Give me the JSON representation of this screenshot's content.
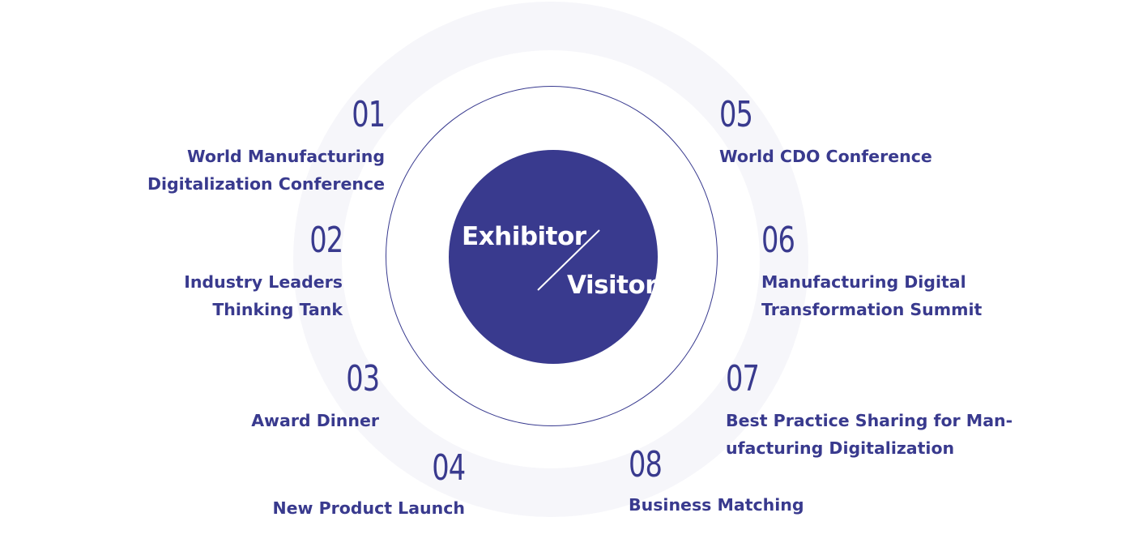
{
  "center": {
    "top_text": "Exhibitor",
    "bottom_text": "Visitor"
  },
  "items": [
    {
      "num": "01",
      "label": "World Manufacturing\nDigitalization Conference"
    },
    {
      "num": "02",
      "label": "Industry Leaders\nThinking Tank"
    },
    {
      "num": "03",
      "label": "Award Dinner"
    },
    {
      "num": "04",
      "label": "New Product Launch"
    },
    {
      "num": "05",
      "label": "World CDO Conference"
    },
    {
      "num": "06",
      "label": "Manufacturing Digital\nTransformation Summit"
    },
    {
      "num": "07",
      "label": "Best Practice Sharing for Man-\nufacturing Digitalization"
    },
    {
      "num": "08",
      "label": "Business Matching"
    }
  ],
  "colors": {
    "primary": "#393a8e",
    "background_ring": "#f6f6fa",
    "background": "#ffffff"
  }
}
